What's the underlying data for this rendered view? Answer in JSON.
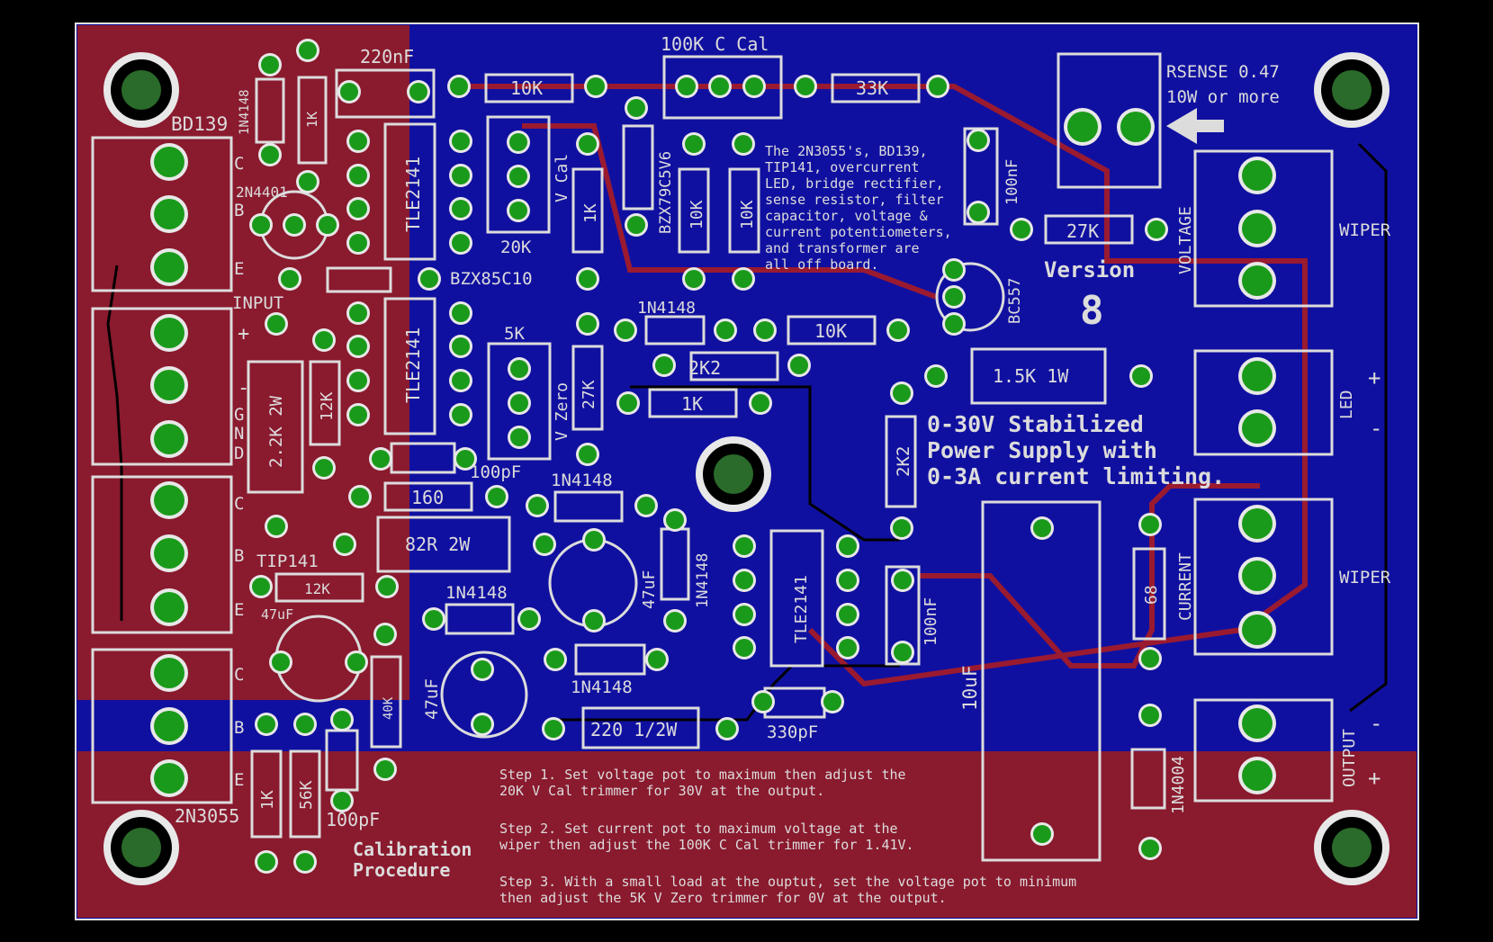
{
  "colors": {
    "background": "#000000",
    "top_copper": "#1010a0",
    "bottom_copper": "#8a1a2e",
    "pad": "#1a9a1a",
    "silk": "#dcdcdc",
    "trace_bottom": "#9a1a30",
    "trace_top": "#000000"
  },
  "labels": {
    "bd139": "BD139",
    "c1": "C",
    "b1": "B",
    "e1": "E",
    "q_2n4401": "2N4401",
    "d_1n4148_v": "1N4148",
    "r_1k_v": "1K",
    "cap_220nf": "220nF",
    "ic1": "TLE2141",
    "ic2": "TLE2141",
    "zener_bzx85": "BZX85C10",
    "input": "INPUT",
    "plus": "+",
    "gnd_g": "G",
    "gnd_n": "N",
    "gnd_d": "D",
    "minus": "-",
    "r_22k_2w": "2.2K 2W",
    "r_12k_a": "12K",
    "c2": "C",
    "b2": "B",
    "e2": "E",
    "tip141": "TIP141",
    "r_12k_b": "12K",
    "cap_47uf_a": "47uF",
    "c3": "C",
    "b3": "B",
    "e3": "E",
    "q_2n3055": "2N3055",
    "r_1k_b": "1K",
    "r_56k": "56K",
    "r_40k": "40K",
    "cap_100pf_a": "100pF",
    "cal_title_1": "Calibration",
    "cal_title_2": "Procedure",
    "r_10k_top": "10K",
    "trim_100k": "100K C Cal",
    "r_33k": "33K",
    "trim_20k": "20K",
    "v_cal": "V Cal",
    "r_1k_v2": "1K",
    "zener_bzx79": "BZX79C5V6",
    "r_10k_v1": "10K",
    "r_10k_v2": "10K",
    "note_1": "The 2N3055's, BD139,",
    "note_2": "TIP141, overcurrent",
    "note_3": "LED, bridge rectifier,",
    "note_4": "sense resistor, filter",
    "note_5": "capacitor, voltage &",
    "note_6": "current potentiometers,",
    "note_7": "and transformer are",
    "note_8": "all off board.",
    "cap_100nf_a": "100nF",
    "r_27k_a": "27K",
    "rsense_1": "RSENSE 0.47",
    "rsense_2": "10W or more",
    "voltage": "VOLTAGE",
    "wiper_1": "WIPER",
    "version": "Version",
    "version_num": "8",
    "bc557": "BC557",
    "d_1n4148_b": "1N4148",
    "r_10k_c": "10K",
    "trim_5k": "5K",
    "r_2k2_a": "2K2",
    "r_27k_b": "27K",
    "v_zero": "V Zero",
    "r_1k_c": "1K",
    "r_15k_1w": "1.5K 1W",
    "led": "LED",
    "led_plus": "+",
    "led_minus": "-",
    "title_1": "0-30V Stabilized",
    "title_2": "Power Supply with",
    "title_3": "0-3A current limiting.",
    "cap_100pf_b": "100pF",
    "r_160": "160",
    "d_1n4148_c": "1N4148",
    "r_2k2_b": "2K2",
    "r_82r": "82R 2W",
    "d_1n4148_d": "1N4148",
    "cap_47uf_b": "47uF",
    "d_1n4148_e": "1N4148",
    "ic3": "TLE2141",
    "cap_100nf_b": "100nF",
    "cap_10uf": "10uF",
    "r_68": "68",
    "current": "CURRENT",
    "wiper_2": "WIPER",
    "cap_47uf_c": "47uF",
    "d_1n4148_f": "1N4148",
    "r_220": "220 1/2W",
    "cap_330pf": "330pF",
    "d_1n4004": "1N4004",
    "output": "OUTPUT",
    "out_minus": "-",
    "out_plus": "+",
    "step1_a": "Step 1. Set voltage pot to maximum then adjust the",
    "step1_b": "20K V Cal trimmer for 30V at the output.",
    "step2_a": "Step 2. Set current pot to maximum voltage at the",
    "step2_b": "wiper then adjust the 100K C Cal trimmer for 1.41V.",
    "step3_a": "Step 3. With a small load at the ouptut, set the voltage pot to minimum",
    "step3_b": "then adjust the 5K V Zero trimmer for 0V at the output."
  }
}
